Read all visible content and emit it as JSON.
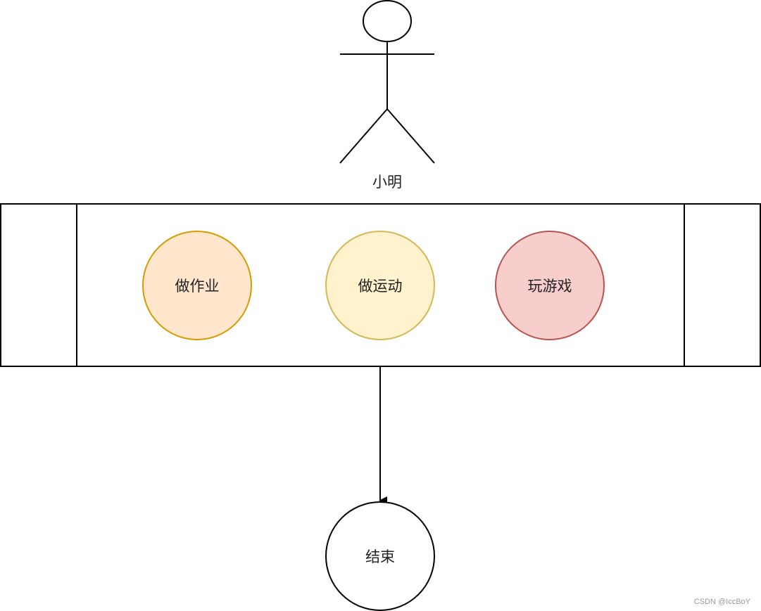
{
  "actor": {
    "label": "小明"
  },
  "activities": [
    {
      "label": "做作业",
      "fill": "#ffe6cc",
      "stroke": "#d79b00"
    },
    {
      "label": "做运动",
      "fill": "#fff2cc",
      "stroke": "#d6b656"
    },
    {
      "label": "玩游戏",
      "fill": "#f8cecc",
      "stroke": "#b85450"
    }
  ],
  "end_node": {
    "label": "结束",
    "fill": "#ffffff",
    "stroke": "#000000"
  },
  "watermark": "CSDN @IccBoY"
}
